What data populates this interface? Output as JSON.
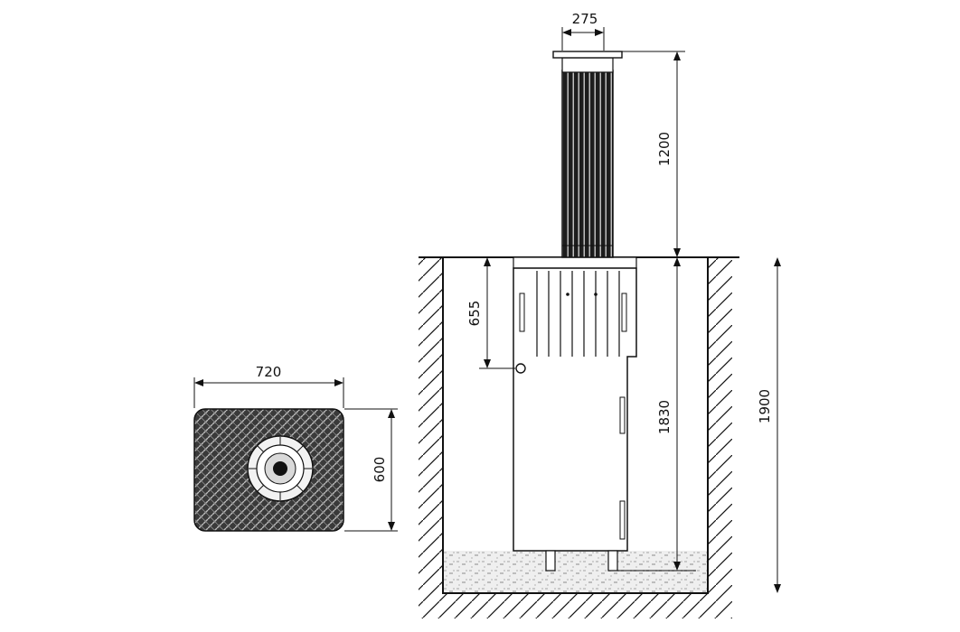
{
  "colors": {
    "line": "#111111",
    "ink": "#1a1a1a",
    "gravel": "#d8d8d8",
    "bollard_dark": "#222222",
    "background": "#ffffff"
  },
  "dimensions": {
    "cover_width": "720",
    "cover_depth": "600",
    "bollard_diameter": "275",
    "raised_height": "1200",
    "body_height": "1830",
    "pit_depth": "1900",
    "drain_depth": "655"
  }
}
